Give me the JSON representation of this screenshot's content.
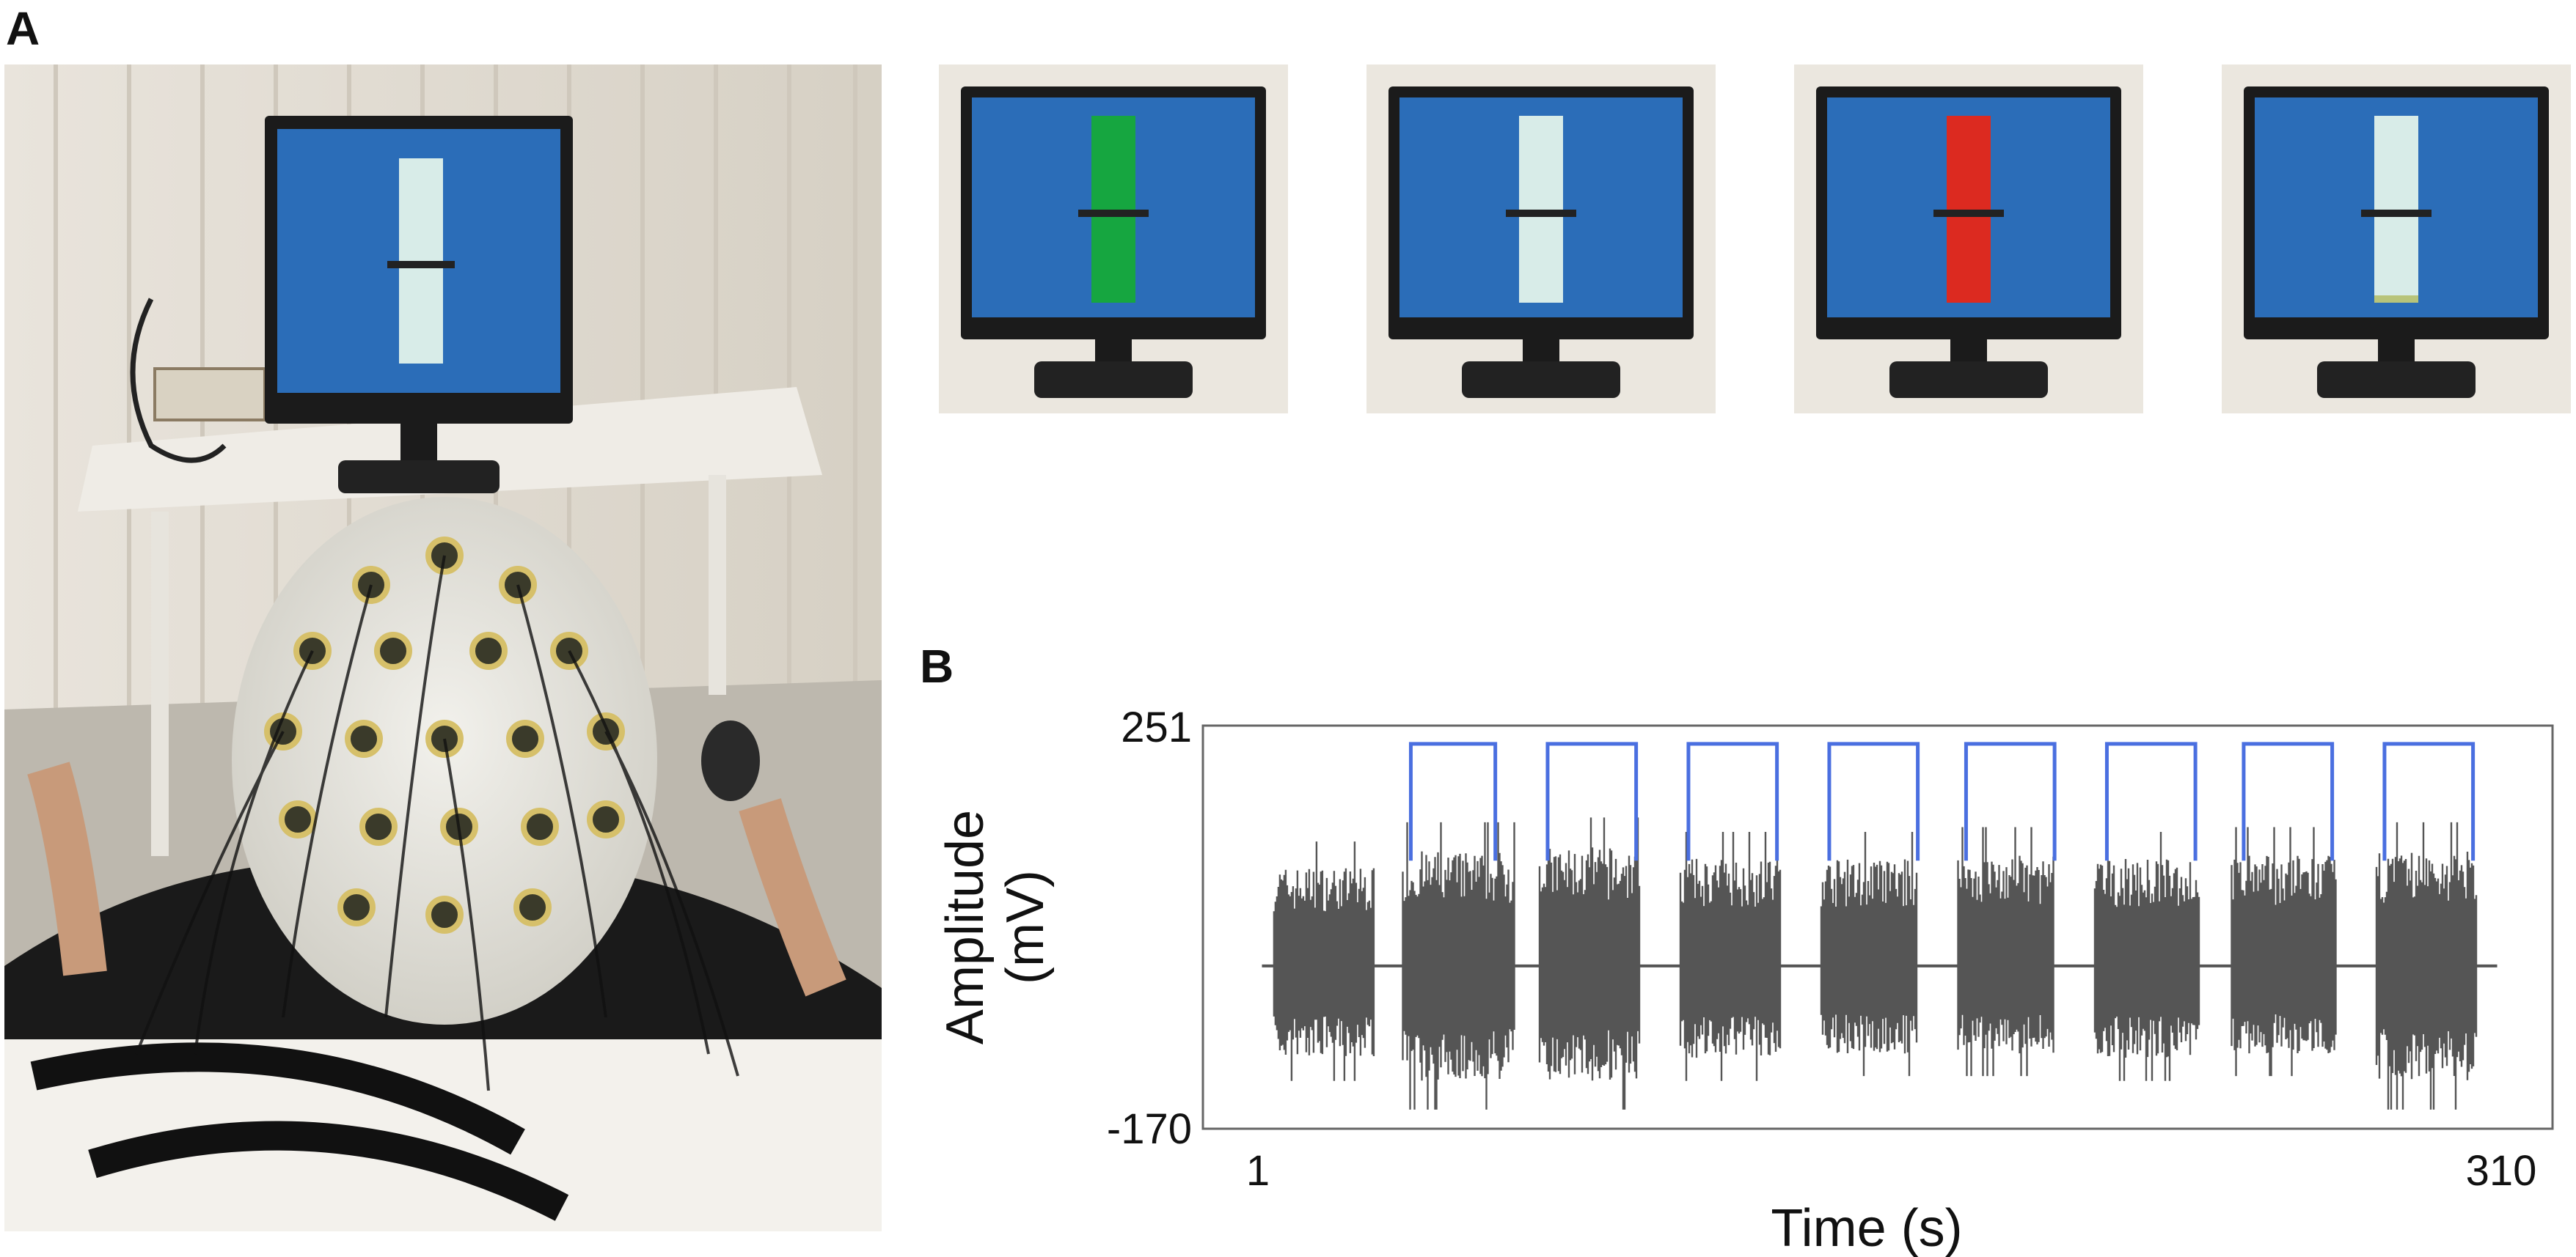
{
  "panel_labels": {
    "a": "A",
    "b": "B"
  },
  "photo": {
    "description_icon": "eeg-cap-subject-photo"
  },
  "thumbnails": [
    {
      "bar_color": "#16a640",
      "icon": "monitor-green-bar"
    },
    {
      "bar_color": "#d8ece8",
      "icon": "monitor-white-bar"
    },
    {
      "bar_color": "#dc2a20",
      "icon": "monitor-red-bar"
    },
    {
      "bar_color": "#d8ece8",
      "icon": "monitor-white-bar"
    }
  ],
  "colors": {
    "signal": "#555555",
    "marker": "#4a6fe0",
    "screen": "#2b6db8"
  },
  "chart_data": {
    "type": "line",
    "title": "",
    "xlabel": "Time (s)",
    "ylabel_lines": [
      "Amplitude",
      "(mV)"
    ],
    "xlim": [
      1,
      310
    ],
    "ylim": [
      -170,
      251
    ],
    "x_ticks": [
      {
        "value": 1,
        "label": "1"
      },
      {
        "value": 310,
        "label": "310"
      }
    ],
    "y_ticks": [
      {
        "value": 251,
        "label": "251"
      },
      {
        "value": -170,
        "label": "-170"
      }
    ],
    "signal_bursts": [
      {
        "start": 5,
        "end": 30,
        "low": -120,
        "high": 130
      },
      {
        "start": 37,
        "end": 65,
        "low": -150,
        "high": 150
      },
      {
        "start": 71,
        "end": 96,
        "low": -150,
        "high": 155
      },
      {
        "start": 106,
        "end": 131,
        "low": -120,
        "high": 140
      },
      {
        "start": 141,
        "end": 165,
        "low": -115,
        "high": 140
      },
      {
        "start": 175,
        "end": 199,
        "low": -115,
        "high": 145
      },
      {
        "start": 209,
        "end": 235,
        "low": -120,
        "high": 140
      },
      {
        "start": 243,
        "end": 269,
        "low": -115,
        "high": 145
      },
      {
        "start": 279,
        "end": 304,
        "low": -150,
        "high": 150
      }
    ],
    "baseline": 0,
    "markers": [
      {
        "start": 39,
        "end": 60,
        "top": 232,
        "bottom": 110
      },
      {
        "start": 73,
        "end": 95,
        "top": 232,
        "bottom": 110
      },
      {
        "start": 108,
        "end": 130,
        "top": 232,
        "bottom": 110
      },
      {
        "start": 143,
        "end": 165,
        "top": 232,
        "bottom": 110
      },
      {
        "start": 177,
        "end": 199,
        "top": 232,
        "bottom": 110
      },
      {
        "start": 212,
        "end": 234,
        "top": 232,
        "bottom": 110
      },
      {
        "start": 246,
        "end": 268,
        "top": 232,
        "bottom": 110
      },
      {
        "start": 281,
        "end": 303,
        "top": 232,
        "bottom": 110
      }
    ]
  }
}
